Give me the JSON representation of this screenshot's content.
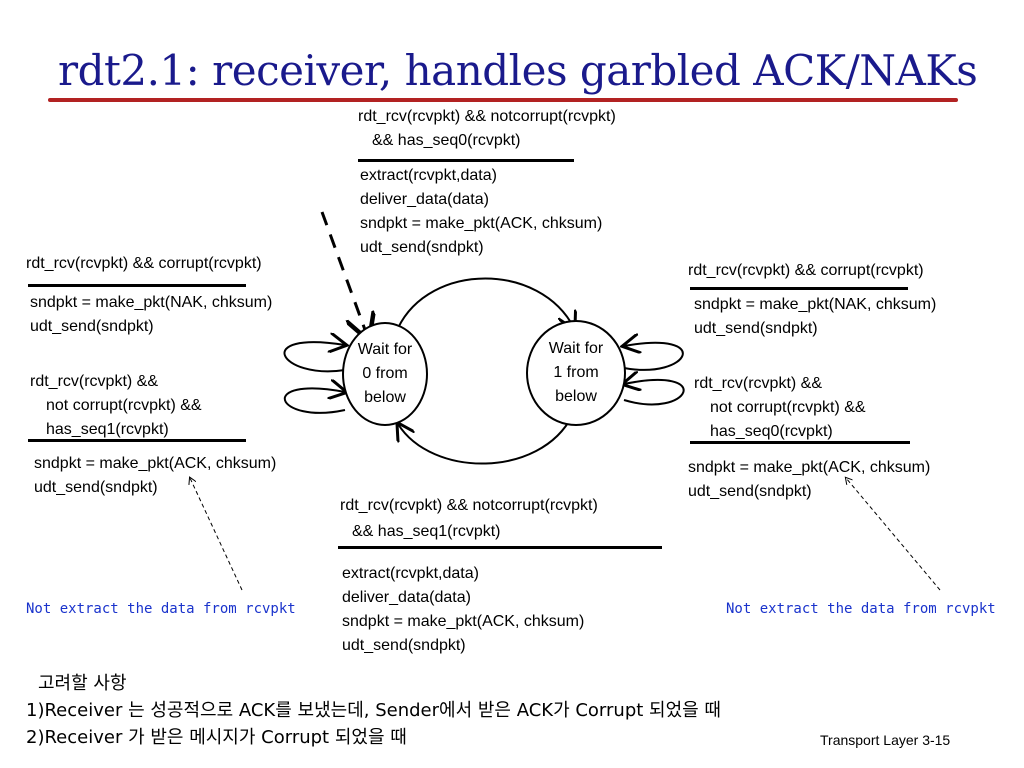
{
  "title": "rdt2.1: receiver, handles garbled ACK/NAKs",
  "states": {
    "wait0": {
      "line1": "Wait for",
      "line2": "0 from",
      "line3": "below"
    },
    "wait1": {
      "line1": "Wait for",
      "line2": "1 from",
      "line3": "below"
    }
  },
  "top_transition": {
    "event1": "rdt_rcv(rcvpkt) && notcorrupt(rcvpkt)",
    "event2": "&& has_seq0(rcvpkt)",
    "actions": [
      "extract(rcvpkt,data)",
      "deliver_data(data)",
      "sndpkt = make_pkt(ACK, chksum)",
      "udt_send(sndpkt)"
    ]
  },
  "bottom_transition": {
    "event1": "rdt_rcv(rcvpkt) && notcorrupt(rcvpkt)",
    "event2": "&& has_seq1(rcvpkt)",
    "actions": [
      "extract(rcvpkt,data)",
      "deliver_data(data)",
      "sndpkt = make_pkt(ACK, chksum)",
      "udt_send(sndpkt)"
    ]
  },
  "left_corrupt": {
    "event": "rdt_rcv(rcvpkt) && corrupt(rcvpkt)",
    "actions": [
      "sndpkt = make_pkt(NAK, chksum)",
      "udt_send(sndpkt)"
    ]
  },
  "left_seq": {
    "event": [
      "rdt_rcv(rcvpkt) &&",
      "not corrupt(rcvpkt) &&",
      "has_seq1(rcvpkt)"
    ],
    "actions": [
      "sndpkt = make_pkt(ACK, chksum)",
      "udt_send(sndpkt)"
    ]
  },
  "right_corrupt": {
    "event": "rdt_rcv(rcvpkt) && corrupt(rcvpkt)",
    "actions": [
      "sndpkt = make_pkt(NAK, chksum)",
      "udt_send(sndpkt)"
    ]
  },
  "right_seq": {
    "event": [
      "rdt_rcv(rcvpkt) &&",
      "not corrupt(rcvpkt) &&",
      "has_seq0(rcvpkt)"
    ],
    "actions": [
      "sndpkt = make_pkt(ACK, chksum)",
      "udt_send(sndpkt)"
    ]
  },
  "notes": {
    "left": "Not extract the data from rcvpkt",
    "right": "Not extract the data from rcvpkt"
  },
  "considerations": {
    "heading": "고려할 사항",
    "item1": "1)Receiver 는 성공적으로 ACK를 보냈는데, Sender에서 받은 ACK가 Corrupt 되었을 때",
    "item2": "2)Receiver 가 받은 메시지가 Corrupt 되었을 때"
  },
  "footer": "Transport Layer 3-15"
}
